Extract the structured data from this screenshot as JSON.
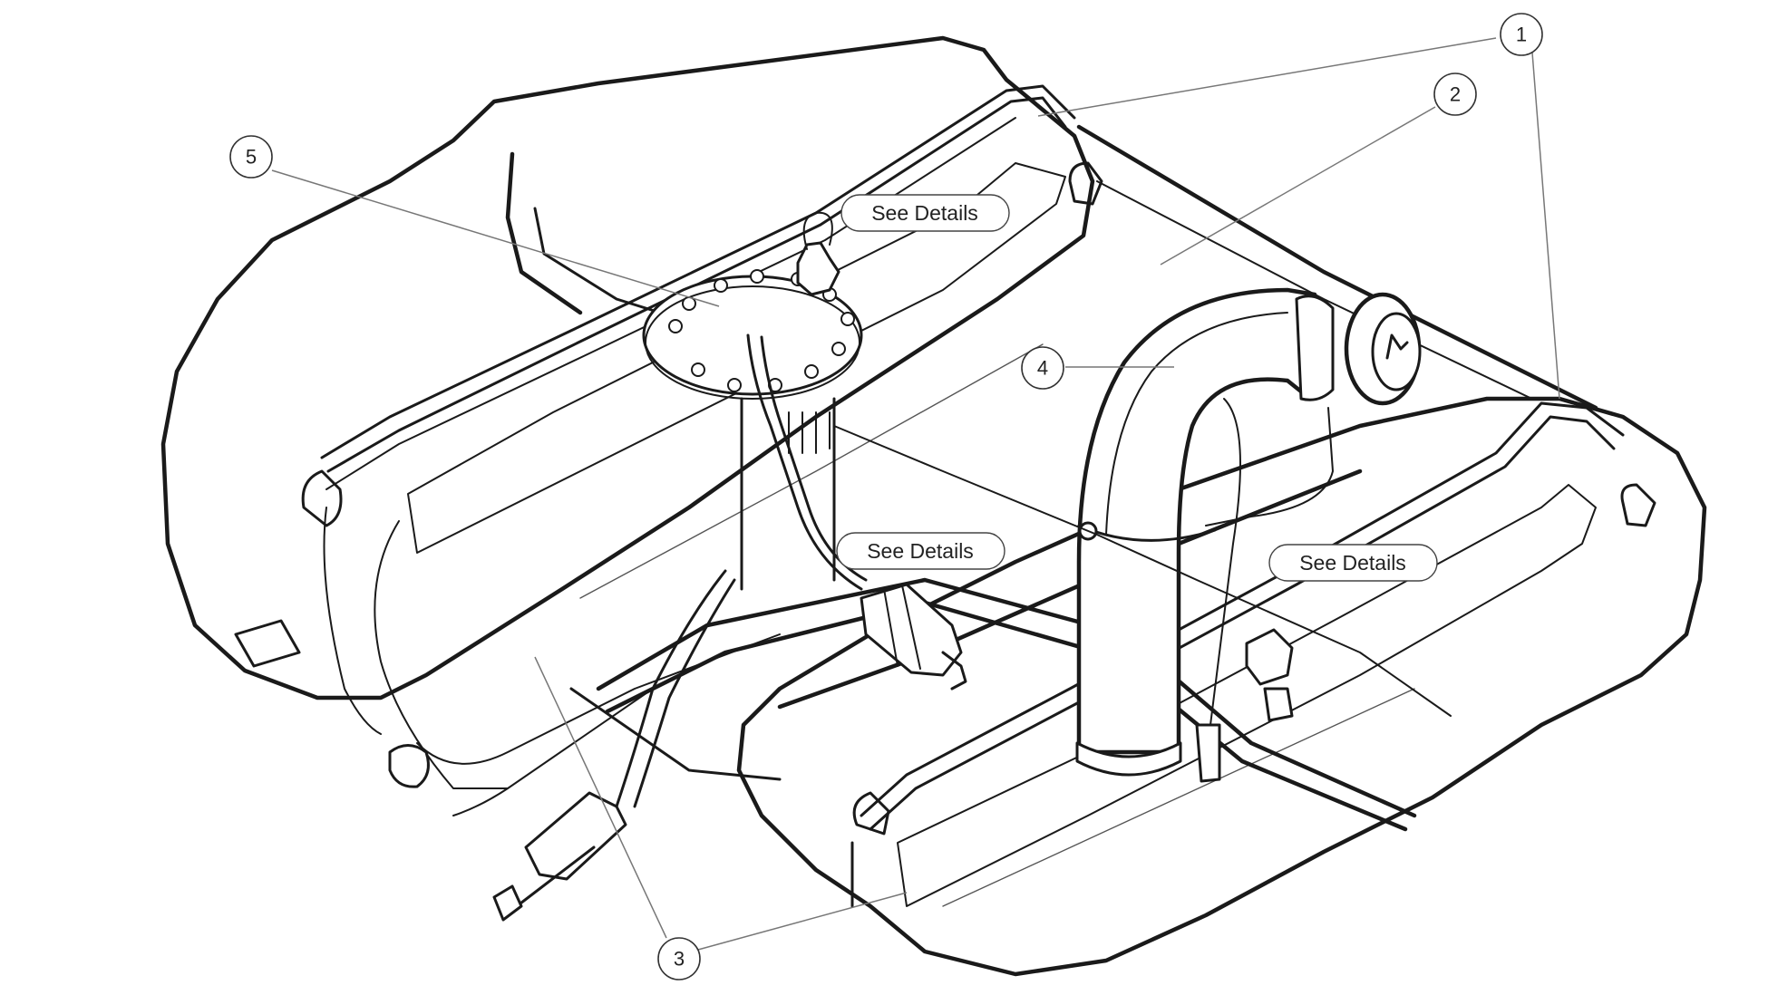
{
  "callouts": [
    {
      "id": "1",
      "label": "1"
    },
    {
      "id": "2",
      "label": "2"
    },
    {
      "id": "3",
      "label": "3"
    },
    {
      "id": "4",
      "label": "4"
    },
    {
      "id": "5",
      "label": "5"
    }
  ],
  "detail_buttons": [
    {
      "label": "See Details"
    },
    {
      "label": "See Details"
    },
    {
      "label": "See Details"
    }
  ],
  "colors": {
    "line": "#1a1a1a",
    "leader": "#777777",
    "background": "#ffffff"
  }
}
